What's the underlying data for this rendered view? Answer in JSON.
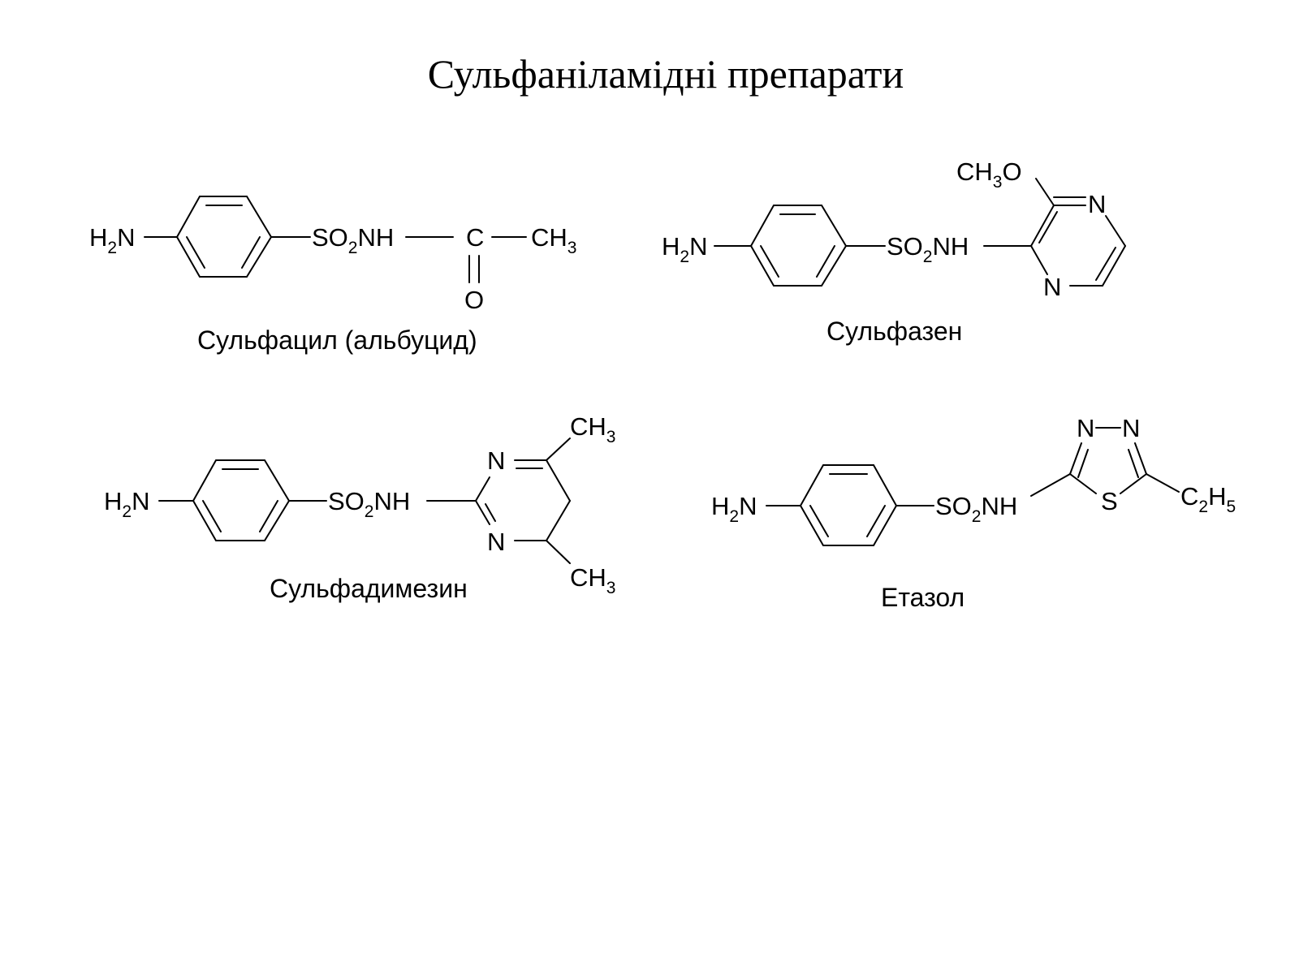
{
  "slide": {
    "title": "Сульфаніламідні препарати"
  },
  "molecules": [
    {
      "caption": "Сульфацил (альбуцид)",
      "atoms": {
        "amine": {
          "main": "H",
          "sub": "2",
          "tail": "N"
        },
        "sulfonamide": {
          "main": "SO",
          "sub": "2",
          "tail": "NH"
        },
        "carbon": {
          "main": "C"
        },
        "methyl": {
          "main": "CH",
          "sub": "3"
        },
        "oxygen": {
          "main": "O"
        }
      }
    },
    {
      "caption": "Сульфазен",
      "atoms": {
        "amine": {
          "main": "H",
          "sub": "2",
          "tail": "N"
        },
        "sulfonamide": {
          "main": "SO",
          "sub": "2",
          "tail": "NH"
        },
        "methoxy": {
          "main": "CH",
          "sub": "3",
          "tail": "O"
        },
        "ring_n1": {
          "main": "N"
        },
        "ring_n2": {
          "main": "N"
        }
      }
    },
    {
      "caption": "Сульфадимезин",
      "atoms": {
        "amine": {
          "main": "H",
          "sub": "2",
          "tail": "N"
        },
        "sulfonamide": {
          "main": "SO",
          "sub": "2",
          "tail": "NH"
        },
        "ring_n1": {
          "main": "N"
        },
        "ring_n2": {
          "main": "N"
        },
        "methyl_top": {
          "main": "CH",
          "sub": "3"
        },
        "methyl_bottom": {
          "main": "CH",
          "sub": "3"
        }
      }
    },
    {
      "caption": "Етазол",
      "atoms": {
        "amine": {
          "main": "H",
          "sub": "2",
          "tail": "N"
        },
        "sulfonamide": {
          "main": "SO",
          "sub": "2",
          "tail": "NH"
        },
        "ring_n1": {
          "main": "N"
        },
        "ring_n2": {
          "main": "N"
        },
        "sulfur": {
          "main": "S"
        },
        "ethyl": {
          "main": "C",
          "sub": "2",
          "tail": "H",
          "sub2": "5"
        }
      }
    }
  ]
}
